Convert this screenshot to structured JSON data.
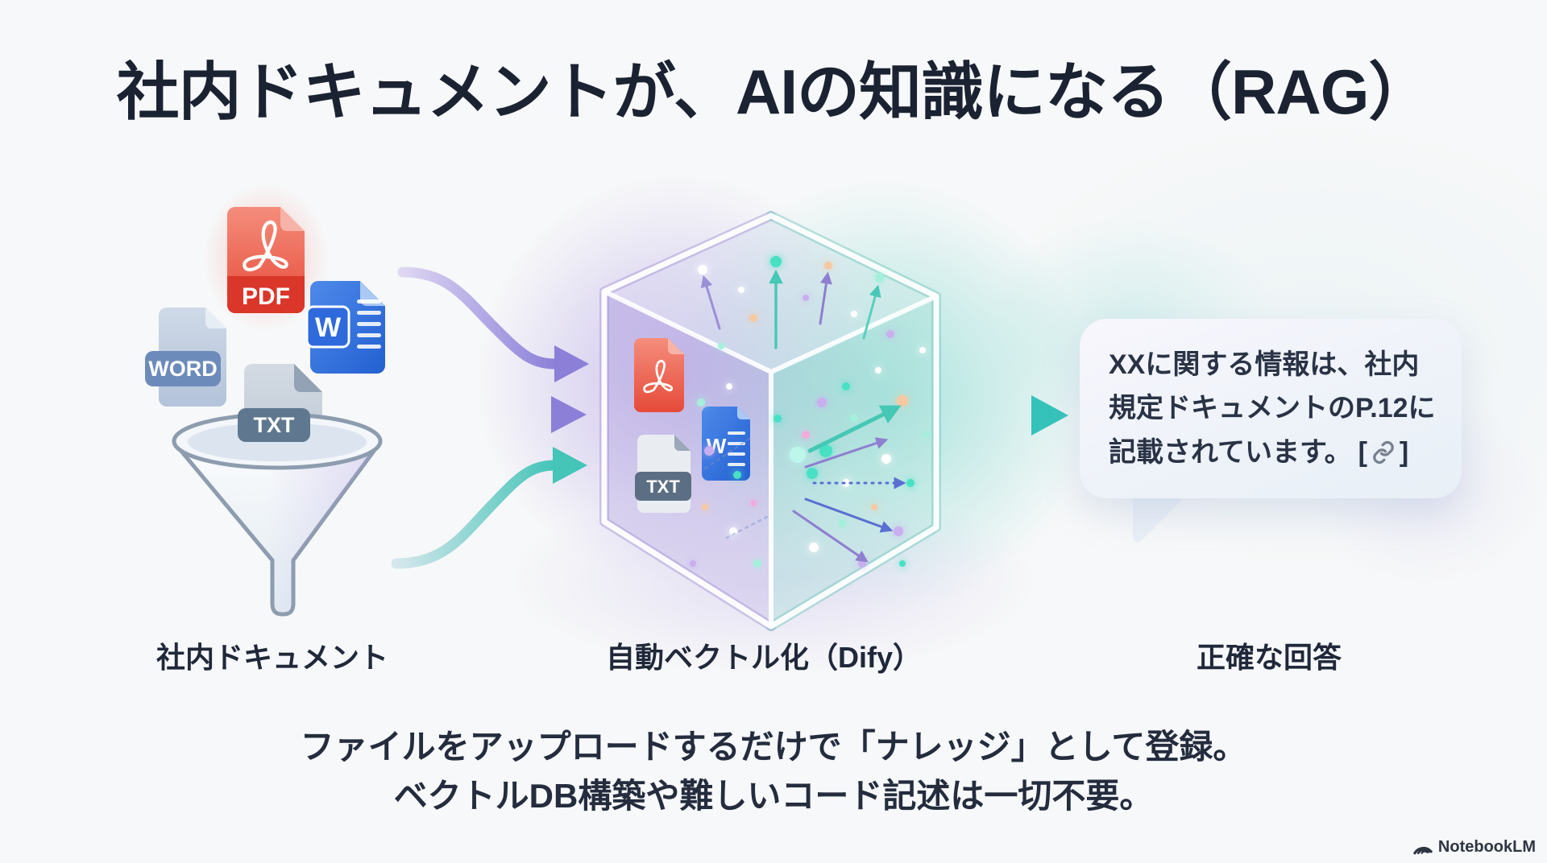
{
  "title": "社内ドキュメントが、AIの知識になる（RAG）",
  "stage_labels": {
    "documents": "社内ドキュメント",
    "vectorization": "自動ベクトル化（Dify）",
    "answer": "正確な回答"
  },
  "file_icons": {
    "pdf_label": "PDF",
    "word_badge_label": "WORD",
    "word_letter": "W",
    "txt_badge_label": "TXT"
  },
  "cube_icons": {
    "word_letter": "W",
    "txt_badge_label": "TXT"
  },
  "answer_bubble": {
    "line1": "XXに関する情報は、社内",
    "line2": "規定ドキュメントのP.12に",
    "line3": "記載されています。",
    "bracket_open": "[",
    "bracket_close": "]",
    "link_icon": "link-icon"
  },
  "footer": {
    "line1": "ファイルをアップロードするだけで「ナレッジ」として登録。",
    "line2": "ベクトルDB構築や難しいコード記述は一切不要。"
  },
  "brand": {
    "name": "NotebookLM"
  },
  "colors": {
    "background": "#f7f8f9",
    "title_text": "#1b2232",
    "accent_purple": "#8b7fd8",
    "accent_teal": "#3ec6bd",
    "pdf_red": "#e6483a",
    "word_blue": "#2b6de0",
    "word_badge_blue": "#6d8bba",
    "txt_badge_slate": "#5f7890"
  }
}
